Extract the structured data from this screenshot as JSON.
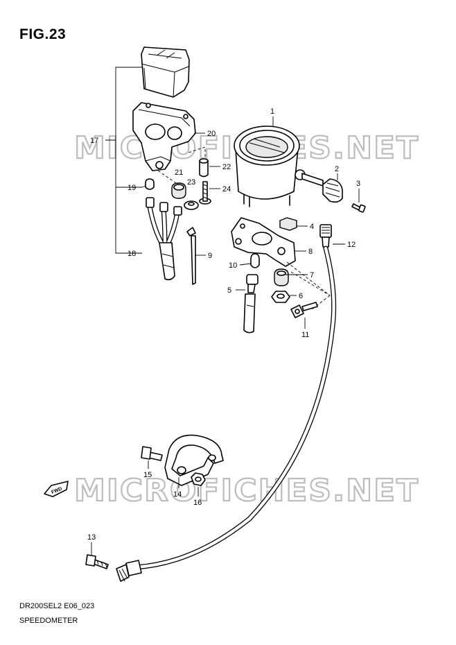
{
  "figure": {
    "title": "FIG.23",
    "model_code": "DR200SEL2 E06_023",
    "section_name": "SPEEDOMETER"
  },
  "watermark": {
    "text": "MICROFICHES.NET",
    "color": "#bdbdbd"
  },
  "direction_marker": {
    "label": "FWD"
  },
  "callouts": [
    {
      "number": "1",
      "part": "speedometer"
    },
    {
      "number": "2",
      "part": "knob"
    },
    {
      "number": "3",
      "part": "screw"
    },
    {
      "number": "4",
      "part": "pad"
    },
    {
      "number": "5",
      "part": "socket"
    },
    {
      "number": "6",
      "part": "nut"
    },
    {
      "number": "7",
      "part": "cushion"
    },
    {
      "number": "8",
      "part": "bracket"
    },
    {
      "number": "9",
      "part": "clamp"
    },
    {
      "number": "10",
      "part": "bulb"
    },
    {
      "number": "11",
      "part": "bolt"
    },
    {
      "number": "12",
      "part": "speedometer-cable"
    },
    {
      "number": "13",
      "part": "bolt"
    },
    {
      "number": "14",
      "part": "clamp"
    },
    {
      "number": "15",
      "part": "bolt"
    },
    {
      "number": "16",
      "part": "nut"
    },
    {
      "number": "17",
      "part": "indicator-assembly"
    },
    {
      "number": "18",
      "part": "socket-harness"
    },
    {
      "number": "19",
      "part": "bulb"
    },
    {
      "number": "20",
      "part": "case"
    },
    {
      "number": "21",
      "part": "cushion"
    },
    {
      "number": "22",
      "part": "spacer"
    },
    {
      "number": "23",
      "part": "washer"
    },
    {
      "number": "24",
      "part": "screw"
    }
  ]
}
